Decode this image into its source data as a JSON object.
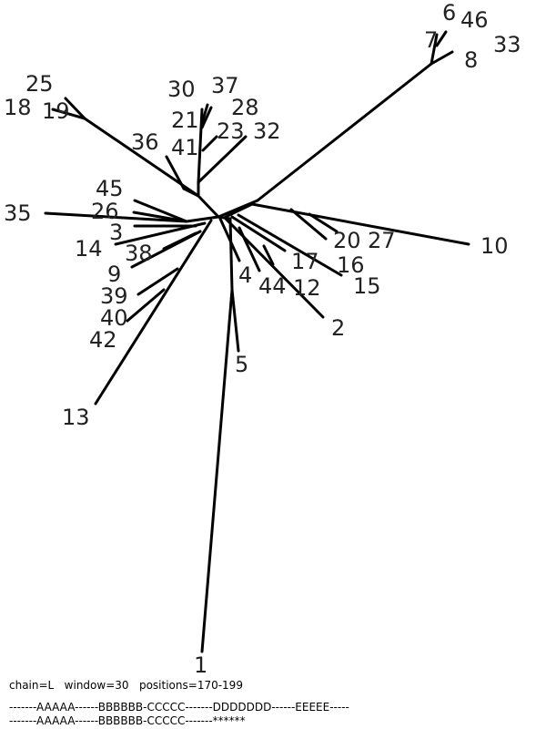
{
  "tree": {
    "leaves": [
      "6",
      "46",
      "7",
      "8",
      "33",
      "25",
      "18",
      "19",
      "30",
      "37",
      "28",
      "21",
      "41",
      "23",
      "32",
      "36",
      "45",
      "26",
      "3",
      "35",
      "14",
      "38",
      "9",
      "39",
      "40",
      "42",
      "13",
      "4",
      "44",
      "12",
      "17",
      "20",
      "27",
      "16",
      "15",
      "10",
      "2",
      "5",
      "1"
    ]
  },
  "footer": {
    "info": "chain=L   window=30   positions=170-199",
    "seq1": "-------AAAAA------BBBBBB-CCCCC-------DDDDDDD------EEEEE-----",
    "seq2": "-------AAAAA------BBBBBB-CCCCC-------******"
  }
}
